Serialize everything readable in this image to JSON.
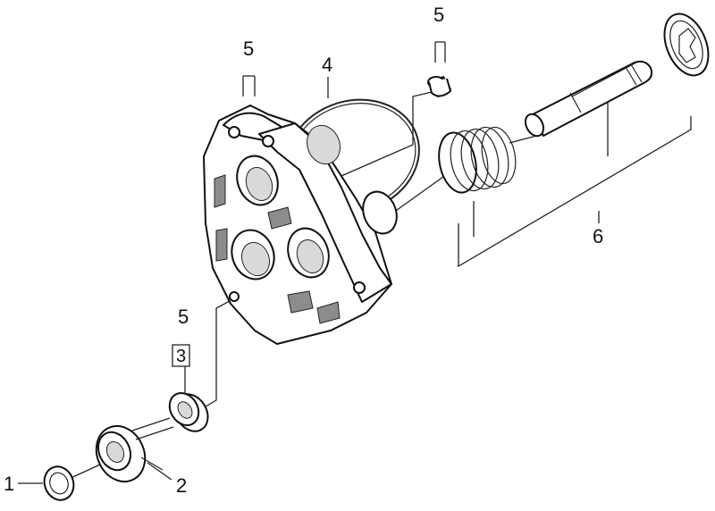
{
  "diagram": {
    "callouts": {
      "part1": "1",
      "part2": "2",
      "part3": "3",
      "part4": "4",
      "part5_housing": "5",
      "part5_cap": "5",
      "part5_nut": "5",
      "part6": "6"
    }
  }
}
